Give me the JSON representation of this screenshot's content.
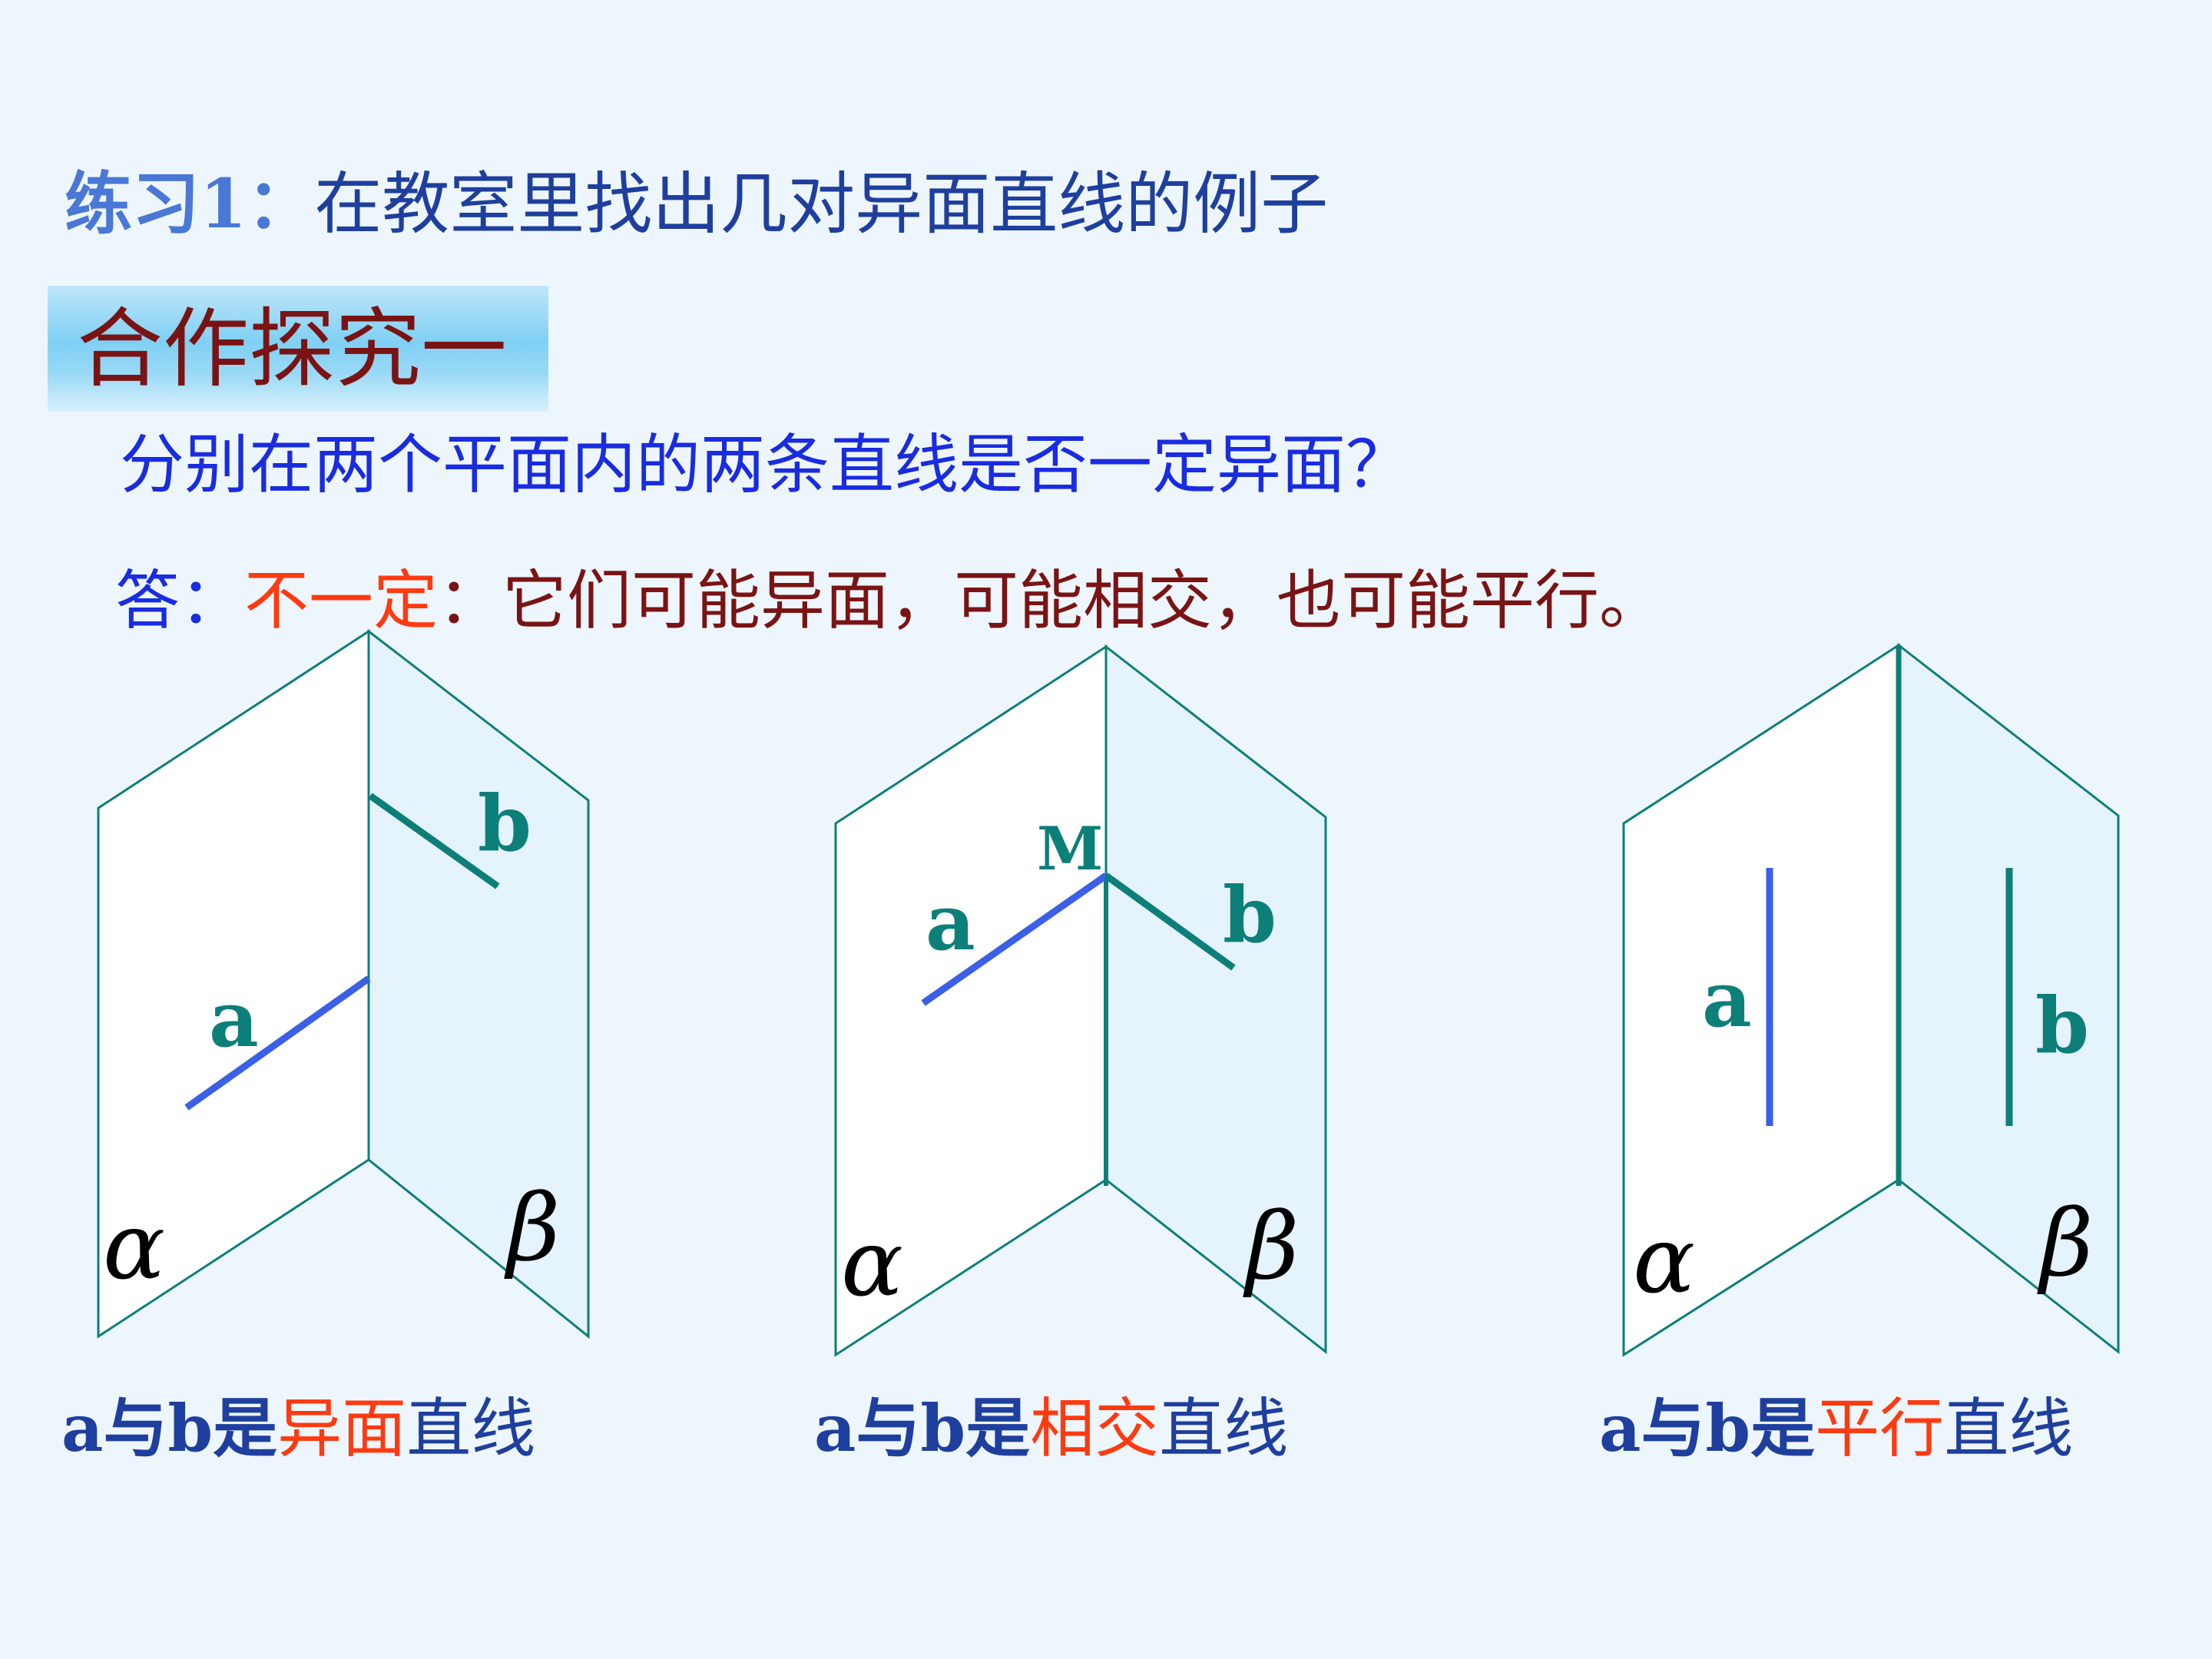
{
  "exercise": {
    "label": "练习1：",
    "text": "在教室里找出几对异面直线的例子"
  },
  "section": {
    "title": "合作探究一"
  },
  "question": "分别在两个平面内的两条直线是否一定异面？",
  "answer": {
    "label": "答：",
    "key": "不一定",
    "text": "：它们可能异面，可能相交，也可能平行。"
  },
  "figures": [
    {
      "line_a": "a",
      "line_b": "b",
      "plane_left": "α",
      "plane_right": "β",
      "caption_pre": "a与b是",
      "caption_word": "异面",
      "caption_post": "直线"
    },
    {
      "line_a": "a",
      "line_b": "b",
      "point": "M",
      "plane_left": "α",
      "plane_right": "β",
      "caption_pre": "a与b是",
      "caption_word": "相交",
      "caption_post": "直线"
    },
    {
      "line_a": "a",
      "line_b": "b",
      "plane_left": "α",
      "plane_right": "β",
      "caption_pre": "a与b是",
      "caption_word": "平行",
      "caption_post": "直线"
    }
  ],
  "colors": {
    "background": "#eef6fd",
    "plane_edge": "#0d7f79",
    "line_a": "#3b5fe6",
    "line_b": "#0d7f79",
    "plane_right_fill": "#e5f3fc",
    "plane_left_fill": "#ffffff",
    "highlight": "#ff3a10"
  }
}
